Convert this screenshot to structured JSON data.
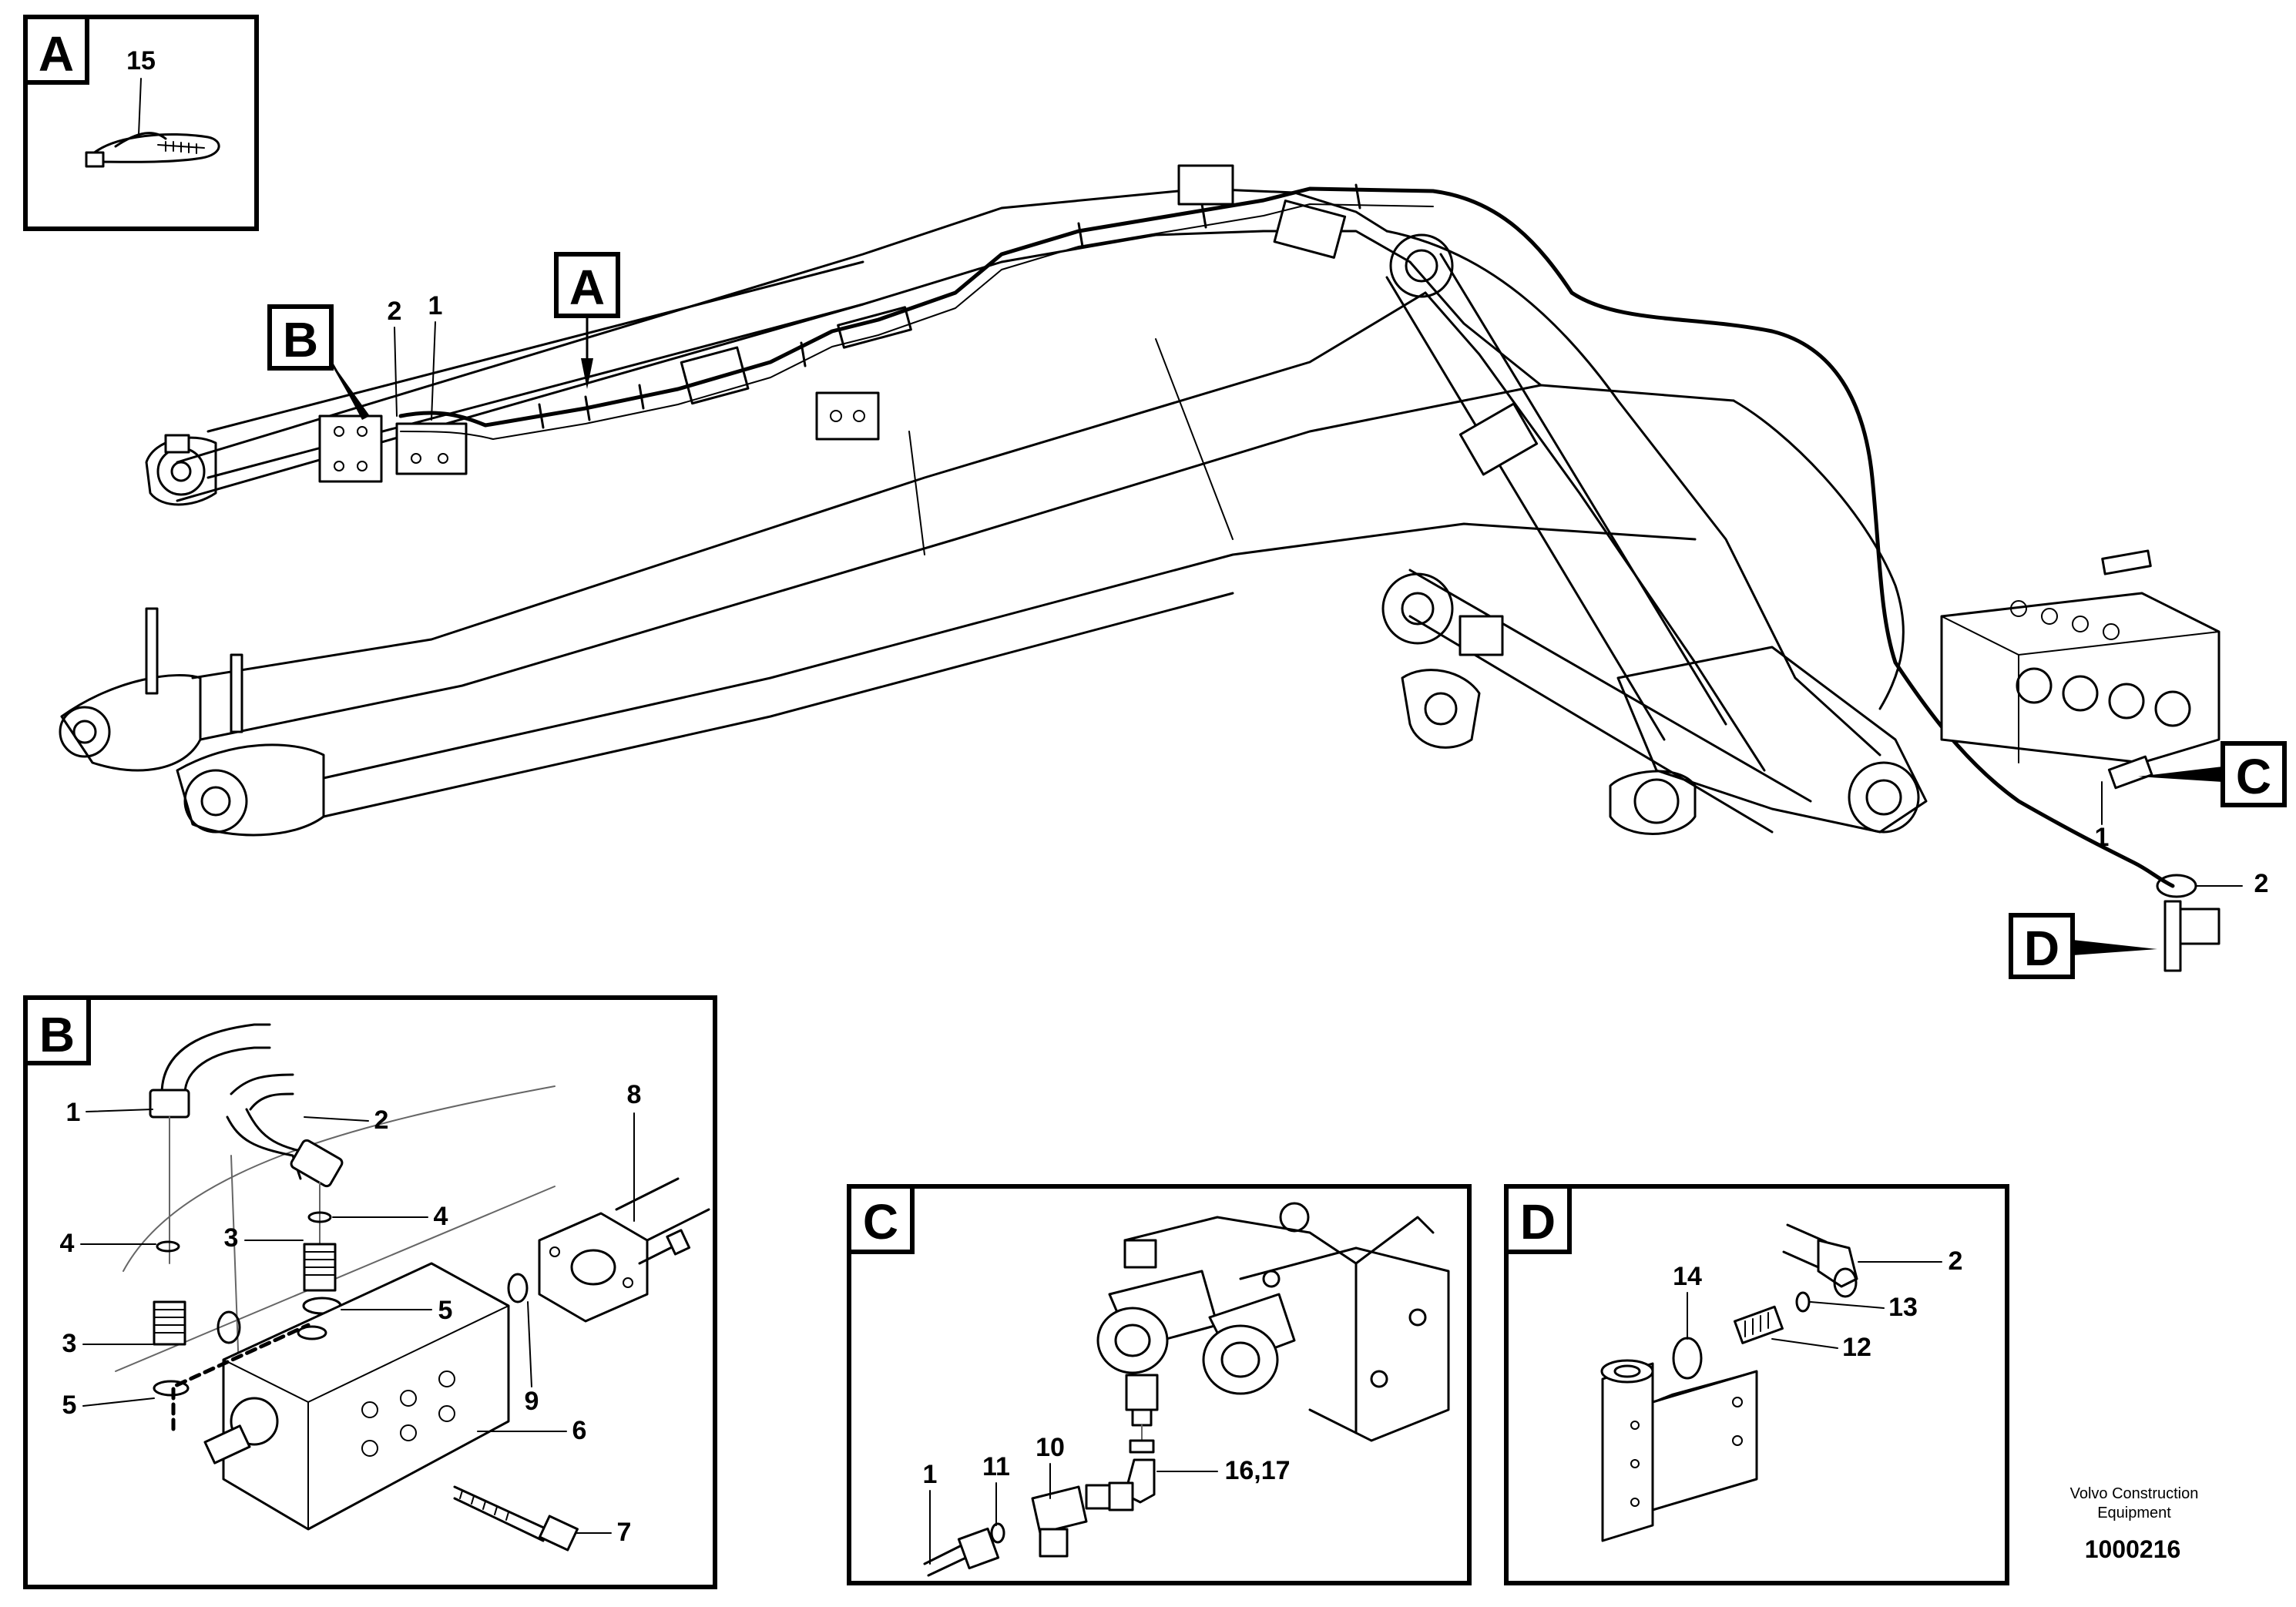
{
  "tags": {
    "a": "A",
    "b": "B",
    "c": "C",
    "d": "D"
  },
  "main": {
    "hose_callout_1": "1",
    "hose_callout_2": "2",
    "control_valve_label_1": "1",
    "bracket_label_2": "2"
  },
  "detail_a": {
    "clamp": "15"
  },
  "detail_b": {
    "hose_1": "1",
    "hose_2": "2",
    "nipple_left": "3",
    "nipple_right": "3",
    "oring_left": "4",
    "oring_right": "4",
    "seal_left": "5",
    "seal_right": "5",
    "block": "6",
    "screw": "7",
    "flange": "8",
    "oring_flange": "9"
  },
  "detail_c": {
    "hose": "1",
    "tee": "10",
    "oring": "11",
    "elbow": "16,17"
  },
  "detail_d": {
    "hose": "2",
    "nipple": "12",
    "oring_a": "13",
    "oring_b": "14"
  },
  "footer": {
    "company_line1": "Volvo Construction",
    "company_line2": "Equipment",
    "drawing_number": "1000216"
  }
}
